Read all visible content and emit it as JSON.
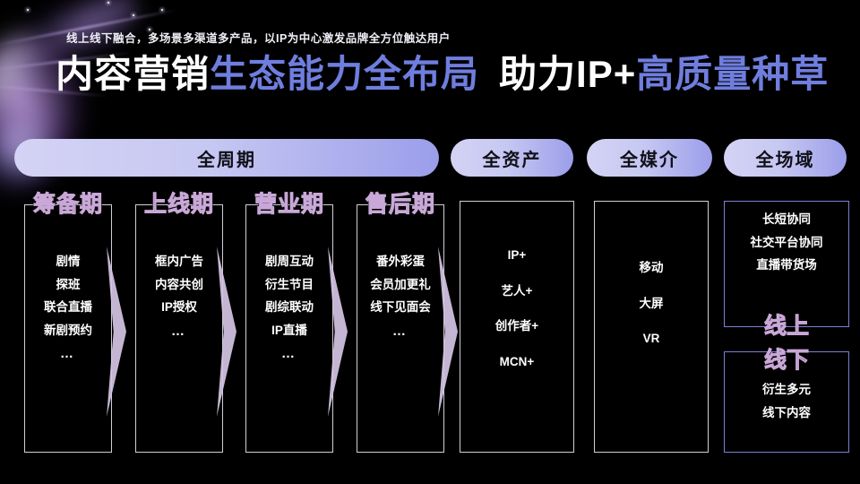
{
  "header": {
    "subtitle": "线上线下融合，多场景多渠道多产品，以IP为中心激发品牌全方位触达用户",
    "title_part_1": "内容营销",
    "title_part_2": "生态能力全布局",
    "title_part_3": "助力IP+",
    "title_part_4": "高质量种草"
  },
  "colors": {
    "background": "#000000",
    "title_white": "#ffffff",
    "title_blue": "#6f7ede",
    "pill_gradient_from": "#d4d3f5",
    "pill_gradient_to": "#9b9eea",
    "card_border": "#cfcfd6",
    "card_border_accent": "#7b7fd4",
    "card_title_outline": "#c9a8d8",
    "chevron": "#d5c5e4"
  },
  "pills": [
    {
      "label": "全周期"
    },
    {
      "label": "全资产"
    },
    {
      "label": "全媒介"
    },
    {
      "label": "全场域"
    }
  ],
  "cards": [
    {
      "title": "筹备期",
      "items": [
        "剧情",
        "探班",
        "联合直播",
        "新剧预约",
        "…"
      ]
    },
    {
      "title": "上线期",
      "items": [
        "框内广告",
        "内容共创",
        "IP授权",
        "…"
      ]
    },
    {
      "title": "营业期",
      "items": [
        "剧周互动",
        "衍生节目",
        "剧综联动",
        "IP直播",
        "…"
      ]
    },
    {
      "title": "售后期",
      "items": [
        "番外彩蛋",
        "会员加更礼",
        "线下见面会",
        "…"
      ]
    },
    {
      "title": "",
      "items": [
        "IP+",
        "艺人+",
        "创作者+",
        "MCN+"
      ]
    },
    {
      "title": "",
      "items": [
        "移动",
        "大屏",
        "VR"
      ]
    },
    {
      "title": "",
      "items": [
        "长短协同",
        "社交平台协同",
        "直播带货场"
      ]
    },
    {
      "title": "",
      "items": [
        "衍生多元",
        "线下内容"
      ]
    }
  ],
  "overlay_labels": {
    "online": "线上",
    "offline": "线下"
  }
}
